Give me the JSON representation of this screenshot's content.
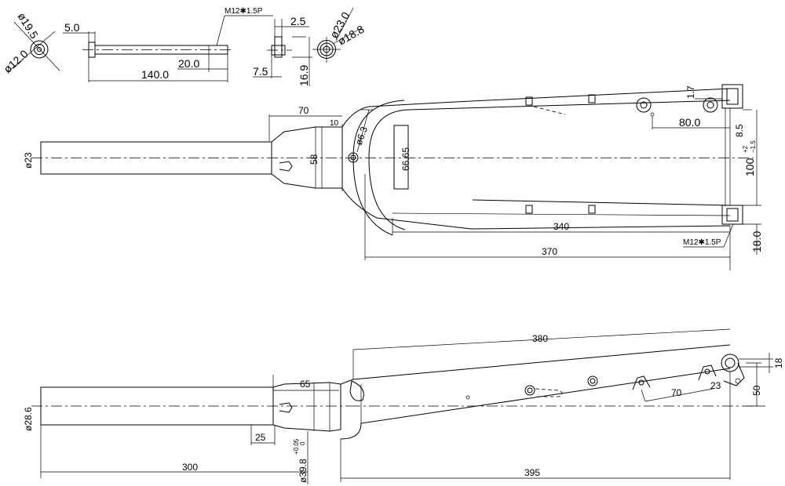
{
  "details": {
    "washer_outer_dia": "ø19.5",
    "washer_inner_dia": "ø12.0",
    "axle_head_len": "5.0",
    "axle_thread": "M12✱1.5P",
    "axle_thread_len": "20.0",
    "axle_total_len": "140.0",
    "nut_width": "2.5",
    "nut_height": "7.5",
    "nut_total": "16.9",
    "nut_outer_dia": "ø23.0",
    "nut_inner_dia": "ø18.8"
  },
  "front_view": {
    "steerer_dia": "ø23",
    "taper_len": "70",
    "crown_offset": "10",
    "crown_dia": "58",
    "brake_hole_dia": "ø6.3",
    "crown_width": "66.65",
    "dropout_offset": "1.7",
    "caliper_mount": "80.0",
    "dropout_gap": "8.5",
    "hub_spacing": "100",
    "hub_tol_upper": "+2",
    "hub_tol_lower": "−1.5",
    "leg_len": "340",
    "total_len": "370",
    "axle_thread": "M12✱1.5P",
    "dropout_height": "18.0"
  },
  "side_view": {
    "leg_len": "380",
    "steerer_dia": "ø28.6",
    "crown_step": "65",
    "bearing_seat": "25",
    "crown_race_dia": "ø39.8",
    "crown_race_tol_upper": "+0.05",
    "crown_race_tol_lower": "0",
    "steerer_len": "300",
    "fork_len": "395",
    "mount_spacing": "70",
    "dropout_angle": "23",
    "offset": "50",
    "dropout_dim": "18"
  }
}
